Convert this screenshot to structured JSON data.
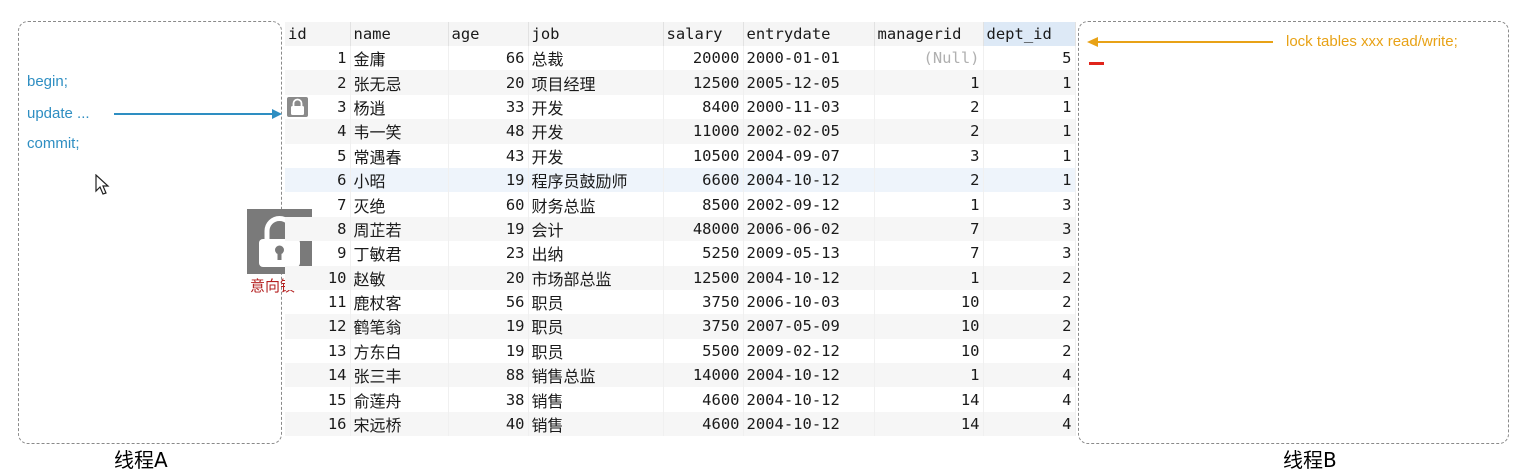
{
  "threadA": {
    "label": "线程A",
    "sql": [
      "begin;",
      "update ...",
      "commit;"
    ]
  },
  "threadB": {
    "label": "线程B",
    "command": "lock tables xxx read/write;"
  },
  "intent_lock": {
    "label": "意向锁",
    "icon": "lock-icon"
  },
  "colors": {
    "sql_text": "#2e8ec2",
    "lock_command": "#e8a216",
    "intent_label": "#b42020",
    "blocked_mark": "#e0241b"
  },
  "table": {
    "columns": [
      "id",
      "name",
      "age",
      "job",
      "salary",
      "entrydate",
      "managerid",
      "dept_id"
    ],
    "rows": [
      [
        "1",
        "金庸",
        "66",
        "总裁",
        "20000",
        "2000-01-01",
        "(Null)",
        "5"
      ],
      [
        "2",
        "张无忌",
        "20",
        "项目经理",
        "12500",
        "2005-12-05",
        "1",
        "1"
      ],
      [
        "3",
        "杨逍",
        "33",
        "开发",
        "8400",
        "2000-11-03",
        "2",
        "1"
      ],
      [
        "4",
        "韦一笑",
        "48",
        "开发",
        "11000",
        "2002-02-05",
        "2",
        "1"
      ],
      [
        "5",
        "常遇春",
        "43",
        "开发",
        "10500",
        "2004-09-07",
        "3",
        "1"
      ],
      [
        "6",
        "小昭",
        "19",
        "程序员鼓励师",
        "6600",
        "2004-10-12",
        "2",
        "1"
      ],
      [
        "7",
        "灭绝",
        "60",
        "财务总监",
        "8500",
        "2002-09-12",
        "1",
        "3"
      ],
      [
        "8",
        "周芷若",
        "19",
        "会计",
        "48000",
        "2006-06-02",
        "7",
        "3"
      ],
      [
        "9",
        "丁敏君",
        "23",
        "出纳",
        "5250",
        "2009-05-13",
        "7",
        "3"
      ],
      [
        "10",
        "赵敏",
        "20",
        "市场部总监",
        "12500",
        "2004-10-12",
        "1",
        "2"
      ],
      [
        "11",
        "鹿杖客",
        "56",
        "职员",
        "3750",
        "2006-10-03",
        "10",
        "2"
      ],
      [
        "12",
        "鹤笔翁",
        "19",
        "职员",
        "3750",
        "2007-05-09",
        "10",
        "2"
      ],
      [
        "13",
        "方东白",
        "19",
        "职员",
        "5500",
        "2009-02-12",
        "10",
        "2"
      ],
      [
        "14",
        "张三丰",
        "88",
        "销售总监",
        "14000",
        "2004-10-12",
        "1",
        "4"
      ],
      [
        "15",
        "俞莲舟",
        "38",
        "销售",
        "4600",
        "2004-10-12",
        "14",
        "4"
      ],
      [
        "16",
        "宋远桥",
        "40",
        "销售",
        "4600",
        "2004-10-12",
        "14",
        "4"
      ]
    ]
  }
}
